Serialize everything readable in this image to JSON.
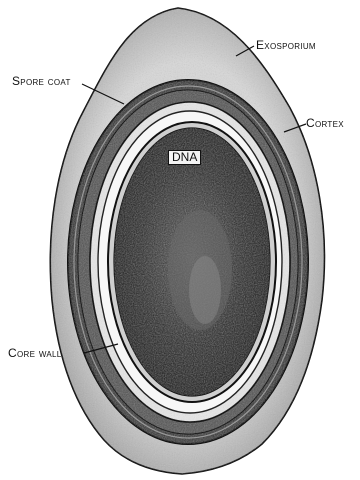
{
  "labels": {
    "exosporium": "Exosporium",
    "spore_coat": "Spore coat",
    "cortex": "Cortex",
    "dna": "DNA",
    "core_wall": "Core wall"
  },
  "colors": {
    "ink": "#111111",
    "shade_dark": "#2a2a2a",
    "shade_mid": "#6e6e6e",
    "shade_light": "#bdbdbd",
    "paper": "#ffffff"
  }
}
